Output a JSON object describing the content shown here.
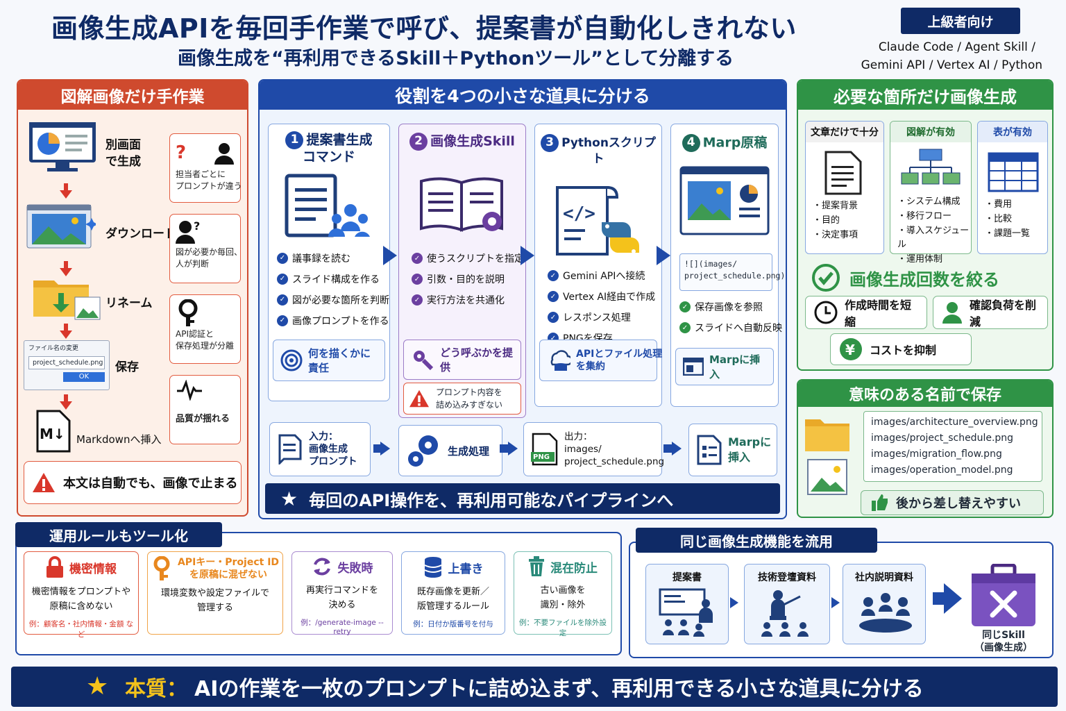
{
  "header": {
    "title": "画像生成APIを毎回手作業で呼び、提案書が自動化しきれない",
    "subtitle": "画像生成を“再利用できるSkill＋Pythonツール”として分離する",
    "badge": "上級者向け",
    "tools_line1": "Claude Code / Agent Skill /",
    "tools_line2": "Gemini API / Vertex AI / Python"
  },
  "left": {
    "title": "図解画像だけ手作業",
    "steps": [
      "別画面\nで生成",
      "ダウンロード",
      "リネーム",
      "保存",
      "Markdownへ挿入"
    ],
    "notes": [
      "担当者ごとに\nプロンプトが違う",
      "図が必要か毎回、\n人が判断",
      "API認証と\n保存処理が分離",
      "品質が揺れる"
    ],
    "dialog": {
      "title": "ファイル名の変更",
      "value": "project_schedule.png",
      "ok": "OK"
    },
    "warning": "本文は自動でも、画像で止まる"
  },
  "center": {
    "title": "役割を4つの小さな道具に分ける",
    "tools": [
      {
        "num": "1",
        "title": "提案書生成\nコマンド",
        "items": [
          "議事録を読む",
          "スライド構成を作る",
          "図が必要な箇所を判断",
          "画像プロンプトを作る"
        ],
        "button": "何を描くかに責任"
      },
      {
        "num": "2",
        "title": "画像生成Skill",
        "items": [
          "使うスクリプトを指定",
          "引数・目的を説明",
          "実行方法を共通化"
        ],
        "button": "どう呼ぶかを提供",
        "warning": "プロンプト内容を\n詰め込みすぎない"
      },
      {
        "num": "3",
        "title": "Pythonスクリプト",
        "items": [
          "Gemini APIへ接続",
          "Vertex AI経由で作成",
          "レスポンス処理",
          "PNGを保存"
        ],
        "button": "APIとファイル処理\nを集約"
      },
      {
        "num": "4",
        "title": "Marp原稿",
        "code": "![](images/\nproject_schedule.png)",
        "items": [
          "保存画像を参照",
          "スライドへ自動反映"
        ],
        "button": "Marpに挿入"
      }
    ],
    "flow": [
      {
        "label": "入力：\n画像生成\nプロンプト"
      },
      {
        "label": "生成処理"
      },
      {
        "label": "出力：\nimages/\nproject_schedule.png",
        "badge": "PNG"
      },
      {
        "label": "Marpに\n挿入"
      }
    ],
    "banner": "毎回のAPI操作を、再利用可能なパイプラインへ"
  },
  "right": {
    "title": "必要な箇所だけ画像生成",
    "columns": [
      {
        "head": "文章だけで十分",
        "items": [
          "・提案背景",
          "・目的",
          "・決定事項"
        ]
      },
      {
        "head": "図解が有効",
        "items": [
          "・システム構成",
          "・移行フロー",
          "・導入スケジュール",
          "・運用体制"
        ]
      },
      {
        "head": "表が有効",
        "items": [
          "・費用",
          "・比較",
          "・課題一覧"
        ]
      }
    ],
    "headline": "画像生成回数を絞る",
    "benefits": [
      "作成時間を短縮",
      "確認負荷を削減",
      "コストを抑制"
    ]
  },
  "naming": {
    "title": "意味のある名前で保存",
    "files": [
      "images/architecture_overview.png",
      "images/project_schedule.png",
      "images/migration_flow.png",
      "images/operation_model.png"
    ],
    "footer": "後から差し替えやすい"
  },
  "ops": {
    "title": "運用ルールもツール化",
    "rules": [
      {
        "title": "機密情報",
        "body": "機密情報をプロンプトや\n原稿に含めない",
        "example": "例：顧客名・社内情報・金額 など",
        "color": "#d9372b"
      },
      {
        "title": "APIキー・Project ID\nを原稿に混ぜない",
        "body": "環境変数や設定ファイルで\n管理する",
        "example": "",
        "color": "#e8871e"
      },
      {
        "title": "失敗時",
        "body": "再実行コマンドを\n決める",
        "example": "例：/generate-image --retry",
        "color": "#6b3fa0"
      },
      {
        "title": "上書き",
        "body": "既存画像を更新／\n版管理するルール",
        "example": "例：日付か版番号を付与",
        "color": "#1f4aa8"
      },
      {
        "title": "混在防止",
        "body": "古い画像を\n識別・除外",
        "example": "例：不要ファイルを除外設定",
        "color": "#2a8a7a"
      }
    ]
  },
  "reuse": {
    "title": "同じ画像生成機能を流用",
    "docs": [
      "提案書",
      "技術登壇資料",
      "社内説明資料"
    ],
    "target": "同じSkill\n（画像生成）"
  },
  "footer": {
    "prefix": "本質：",
    "text": "AIの作業を一枚のプロンプトに詰め込まず、再利用できる小さな道具に分ける"
  },
  "colors": {
    "navy": "#0f2a66",
    "blue": "#1f4aa8",
    "red": "#cf4a2e",
    "green": "#2f9346",
    "purple": "#6b3fa0",
    "yellow": "#f4c21b"
  }
}
